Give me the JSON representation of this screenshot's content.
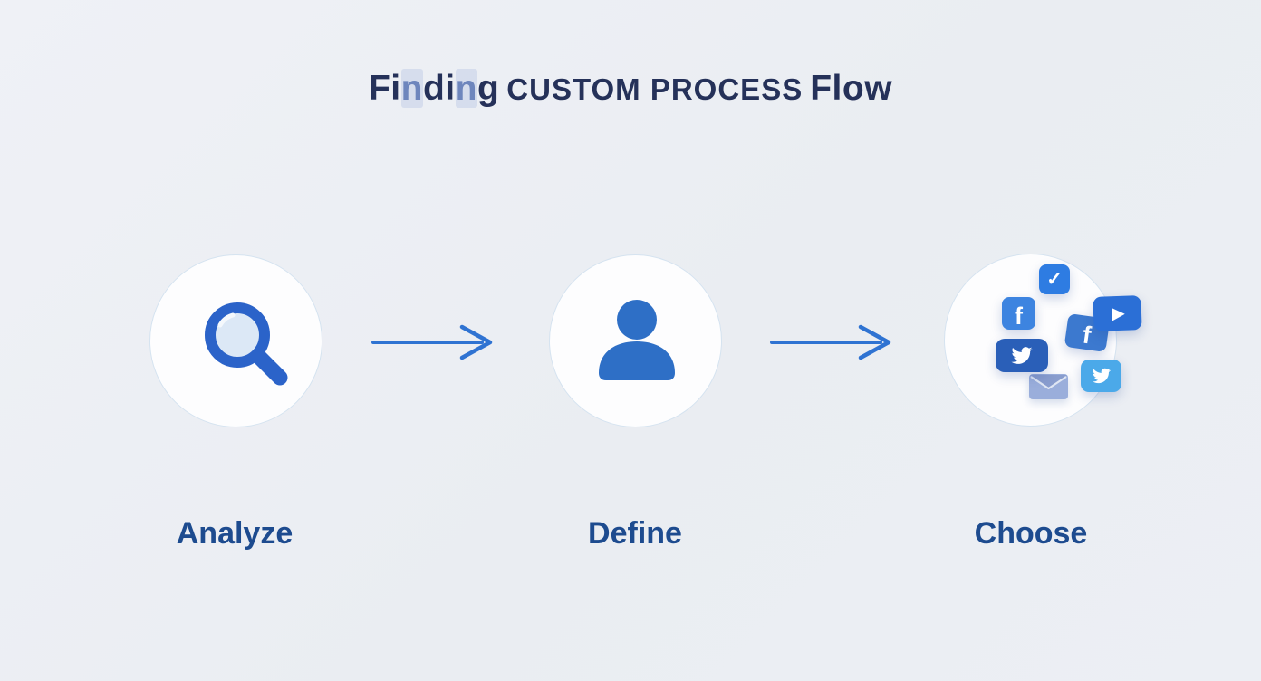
{
  "title": {
    "seg1": "Fi",
    "seg2": "n",
    "seg3": "di",
    "seg4": "n",
    "seg5": "g",
    "word2": "CUSTOM PROCESS",
    "word3": "Flow"
  },
  "steps": [
    {
      "label": "Analyze",
      "icon": "magnifier-icon"
    },
    {
      "label": "Define",
      "icon": "person-icon"
    },
    {
      "label": "Choose",
      "icon": "social-icons-cluster"
    }
  ],
  "glyphs": {
    "check": "✓",
    "facebook": "f",
    "play": "▶"
  },
  "colors": {
    "background": "#eaedf2",
    "title_text": "#253159",
    "title_glitch": "#6e86bd",
    "label_text": "#1d4b8f",
    "arrow": "#2f73d2",
    "circle_fill": "#fdfdfe",
    "circle_border": "#d5e3f0",
    "magnifier_blue": "#2b63c9",
    "magnifier_lens": "#dce8f6",
    "person_blue": "#2e6fc6",
    "tile_check": "#2e7ce2",
    "tile_facebook_1": "#3d84e0",
    "tile_facebook_2": "#3c79cf",
    "tile_play": "#2b6fd6",
    "tile_twitter_dark": "#2a5fb8",
    "tile_twitter_light": "#4ba9e9",
    "tile_mail": "#9aaedb"
  }
}
